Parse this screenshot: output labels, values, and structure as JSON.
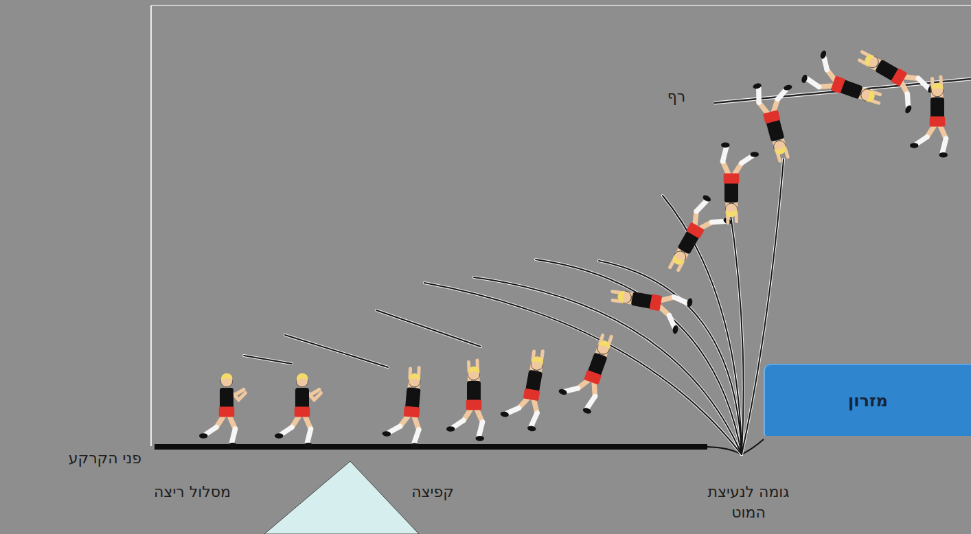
{
  "diagram": {
    "nodes": [
      {
        "text": [
          "מזרון"
        ]
      }
    ],
    "labels": [
      "רף",
      "פני הקרקע",
      "מסלול ריצה",
      "קפיצה",
      "גומה לנעיצת המוט"
    ]
  }
}
